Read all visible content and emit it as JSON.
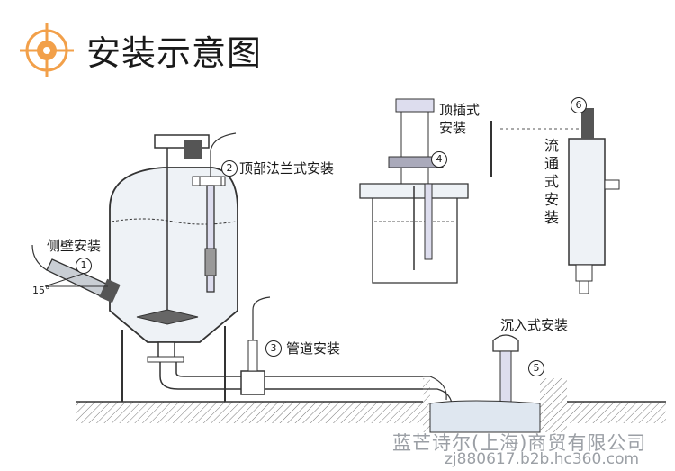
{
  "title": "安装示意图",
  "labels": {
    "side_wall": "侧壁安装",
    "top_flange": "顶部法兰式安装",
    "pipeline": "管道安装",
    "top_insert": "顶插式\n安装",
    "flow_through": "流通式安装",
    "submersion": "沉入式安装",
    "angle": "15°"
  },
  "markers": [
    "1",
    "2",
    "3",
    "4",
    "5",
    "6"
  ],
  "watermark": {
    "line1": "蓝芒诗尔(上海)商贸有限公司",
    "line2": "zj880617.b2b.hc360.com"
  },
  "colors": {
    "accent": "#f2a04a",
    "line": "#333333",
    "tank_fill": "#eef2f6",
    "water": "#dfe7f0"
  }
}
